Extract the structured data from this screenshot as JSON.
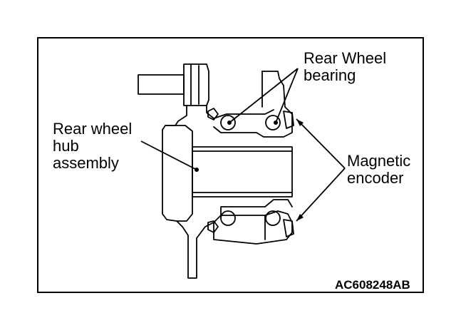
{
  "labels": {
    "rear_wheel_bearing": [
      "Rear Wheel",
      "bearing"
    ],
    "hub_assembly": [
      "Rear wheel",
      "hub",
      "assembly"
    ],
    "magnetic_encoder": [
      "Magnetic",
      "encoder"
    ]
  },
  "figure_code": "AC608248AB"
}
